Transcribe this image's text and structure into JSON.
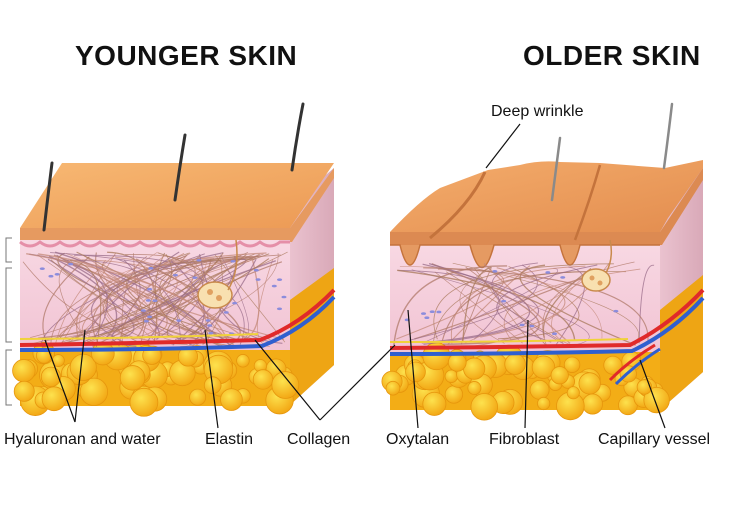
{
  "titles": {
    "left": "YOUNGER SKIN",
    "right": "OLDER SKIN"
  },
  "labels": {
    "deep_wrinkle": "Deep wrinkle",
    "hyaluronan": "Hyaluronan and water",
    "elastin": "Elastin",
    "collagen": "Collagen",
    "oxytalan": "Oxytalan",
    "fibroblast": "Fibroblast",
    "capillary": "Capillary vessel"
  },
  "colors": {
    "epidermis_top": "#f2a85e",
    "epidermis_side": "#e8946a",
    "dermis": "#f6d2de",
    "fat": "#f7b51e",
    "fat_cell": "#fbd23c",
    "artery": "#e02a2a",
    "vein": "#2f5fcf",
    "fiber": "#b07a6a",
    "hair": "#333333"
  }
}
